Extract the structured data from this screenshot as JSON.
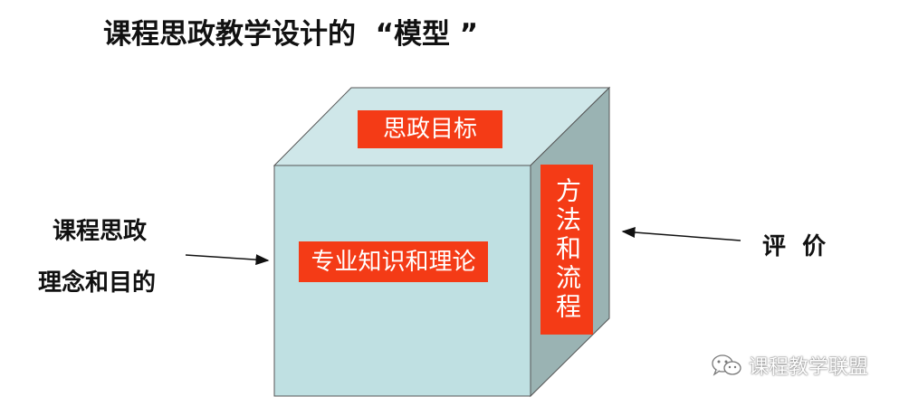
{
  "title": "课程思政教学设计的  “模型 ”",
  "cube": {
    "top_label": "思政目标",
    "front_label": "专业知识和理论",
    "side_label": "方法和流程"
  },
  "left_text": {
    "line1": "课程思政",
    "line2": "理念和目的"
  },
  "right_text": "评  价",
  "watermark": {
    "icon": "wechat-icon",
    "text": "课程教学联盟"
  },
  "colors": {
    "front_face": "#bfe0e2",
    "top_face": "#cfe7e9",
    "side_face": "#9ab3b3",
    "label_bg": "#f43b16"
  }
}
